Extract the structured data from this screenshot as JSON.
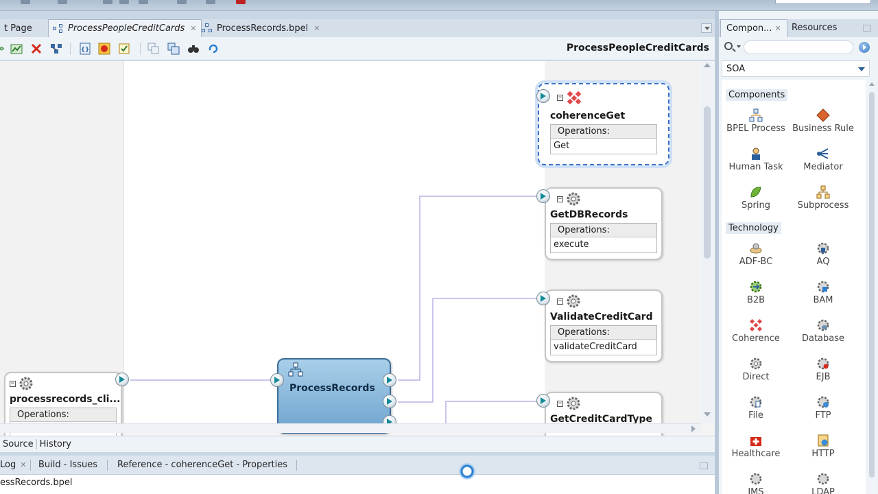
{
  "editor_tabs": [
    {
      "label": "t Page"
    },
    {
      "label": "ProcessPeopleCreditCards",
      "active": true
    },
    {
      "label": "ProcessRecords.bpel"
    }
  ],
  "composite_title": "ProcessPeopleCreditCards",
  "toolbar_icons": [
    "deploy-icon",
    "validate-icon",
    "delete-icon",
    "wire-icon",
    "xml-icon",
    "security-icon",
    "policy-icon",
    "copy-icon",
    "layout-icon",
    "binoculars-icon",
    "refresh-icon"
  ],
  "canvas": {
    "references": [
      {
        "name": "coherenceGet",
        "ops_header": "Operations:",
        "op": "Get",
        "selected": true,
        "icon": "coherence-icon"
      },
      {
        "name": "GetDBRecords",
        "ops_header": "Operations:",
        "op": "execute",
        "icon": "gear-icon"
      },
      {
        "name": "ValidateCreditCard",
        "ops_header": "Operations:",
        "op": "validateCreditCard",
        "icon": "gear-icon"
      },
      {
        "name": "GetCreditCardType",
        "icon": "gear-icon"
      }
    ],
    "service": {
      "name": "processrecords_cli...",
      "ops_header": "Operations:"
    },
    "component": {
      "name": "ProcessRecords"
    }
  },
  "bottom_tabs": {
    "source": "Source",
    "history": "History"
  },
  "log_tabs": [
    {
      "label": "Log"
    },
    {
      "label": "Build - Issues"
    },
    {
      "label": "Reference - coherenceGet - Properties"
    }
  ],
  "log_content": "essRecords.bpel",
  "right_panel": {
    "tabs": [
      {
        "label": "Compon...",
        "active": true
      },
      {
        "label": "Resources"
      }
    ],
    "search_placeholder": "",
    "palette": "SOA",
    "sections": [
      {
        "title": "Components",
        "items": [
          "BPEL Process",
          "Business Rule",
          "Human Task",
          "Mediator",
          "Spring",
          "Subprocess"
        ]
      },
      {
        "title": "Technology",
        "items": [
          "ADF-BC",
          "AQ",
          "B2B",
          "BAM",
          "Coherence",
          "Database",
          "Direct",
          "EJB",
          "File",
          "FTP",
          "Healthcare",
          "HTTP",
          "JMS",
          "LDAP"
        ]
      }
    ]
  },
  "colors": {
    "accent": "#3b72c8",
    "port": "#168a98",
    "component": "#6ea4cf"
  }
}
